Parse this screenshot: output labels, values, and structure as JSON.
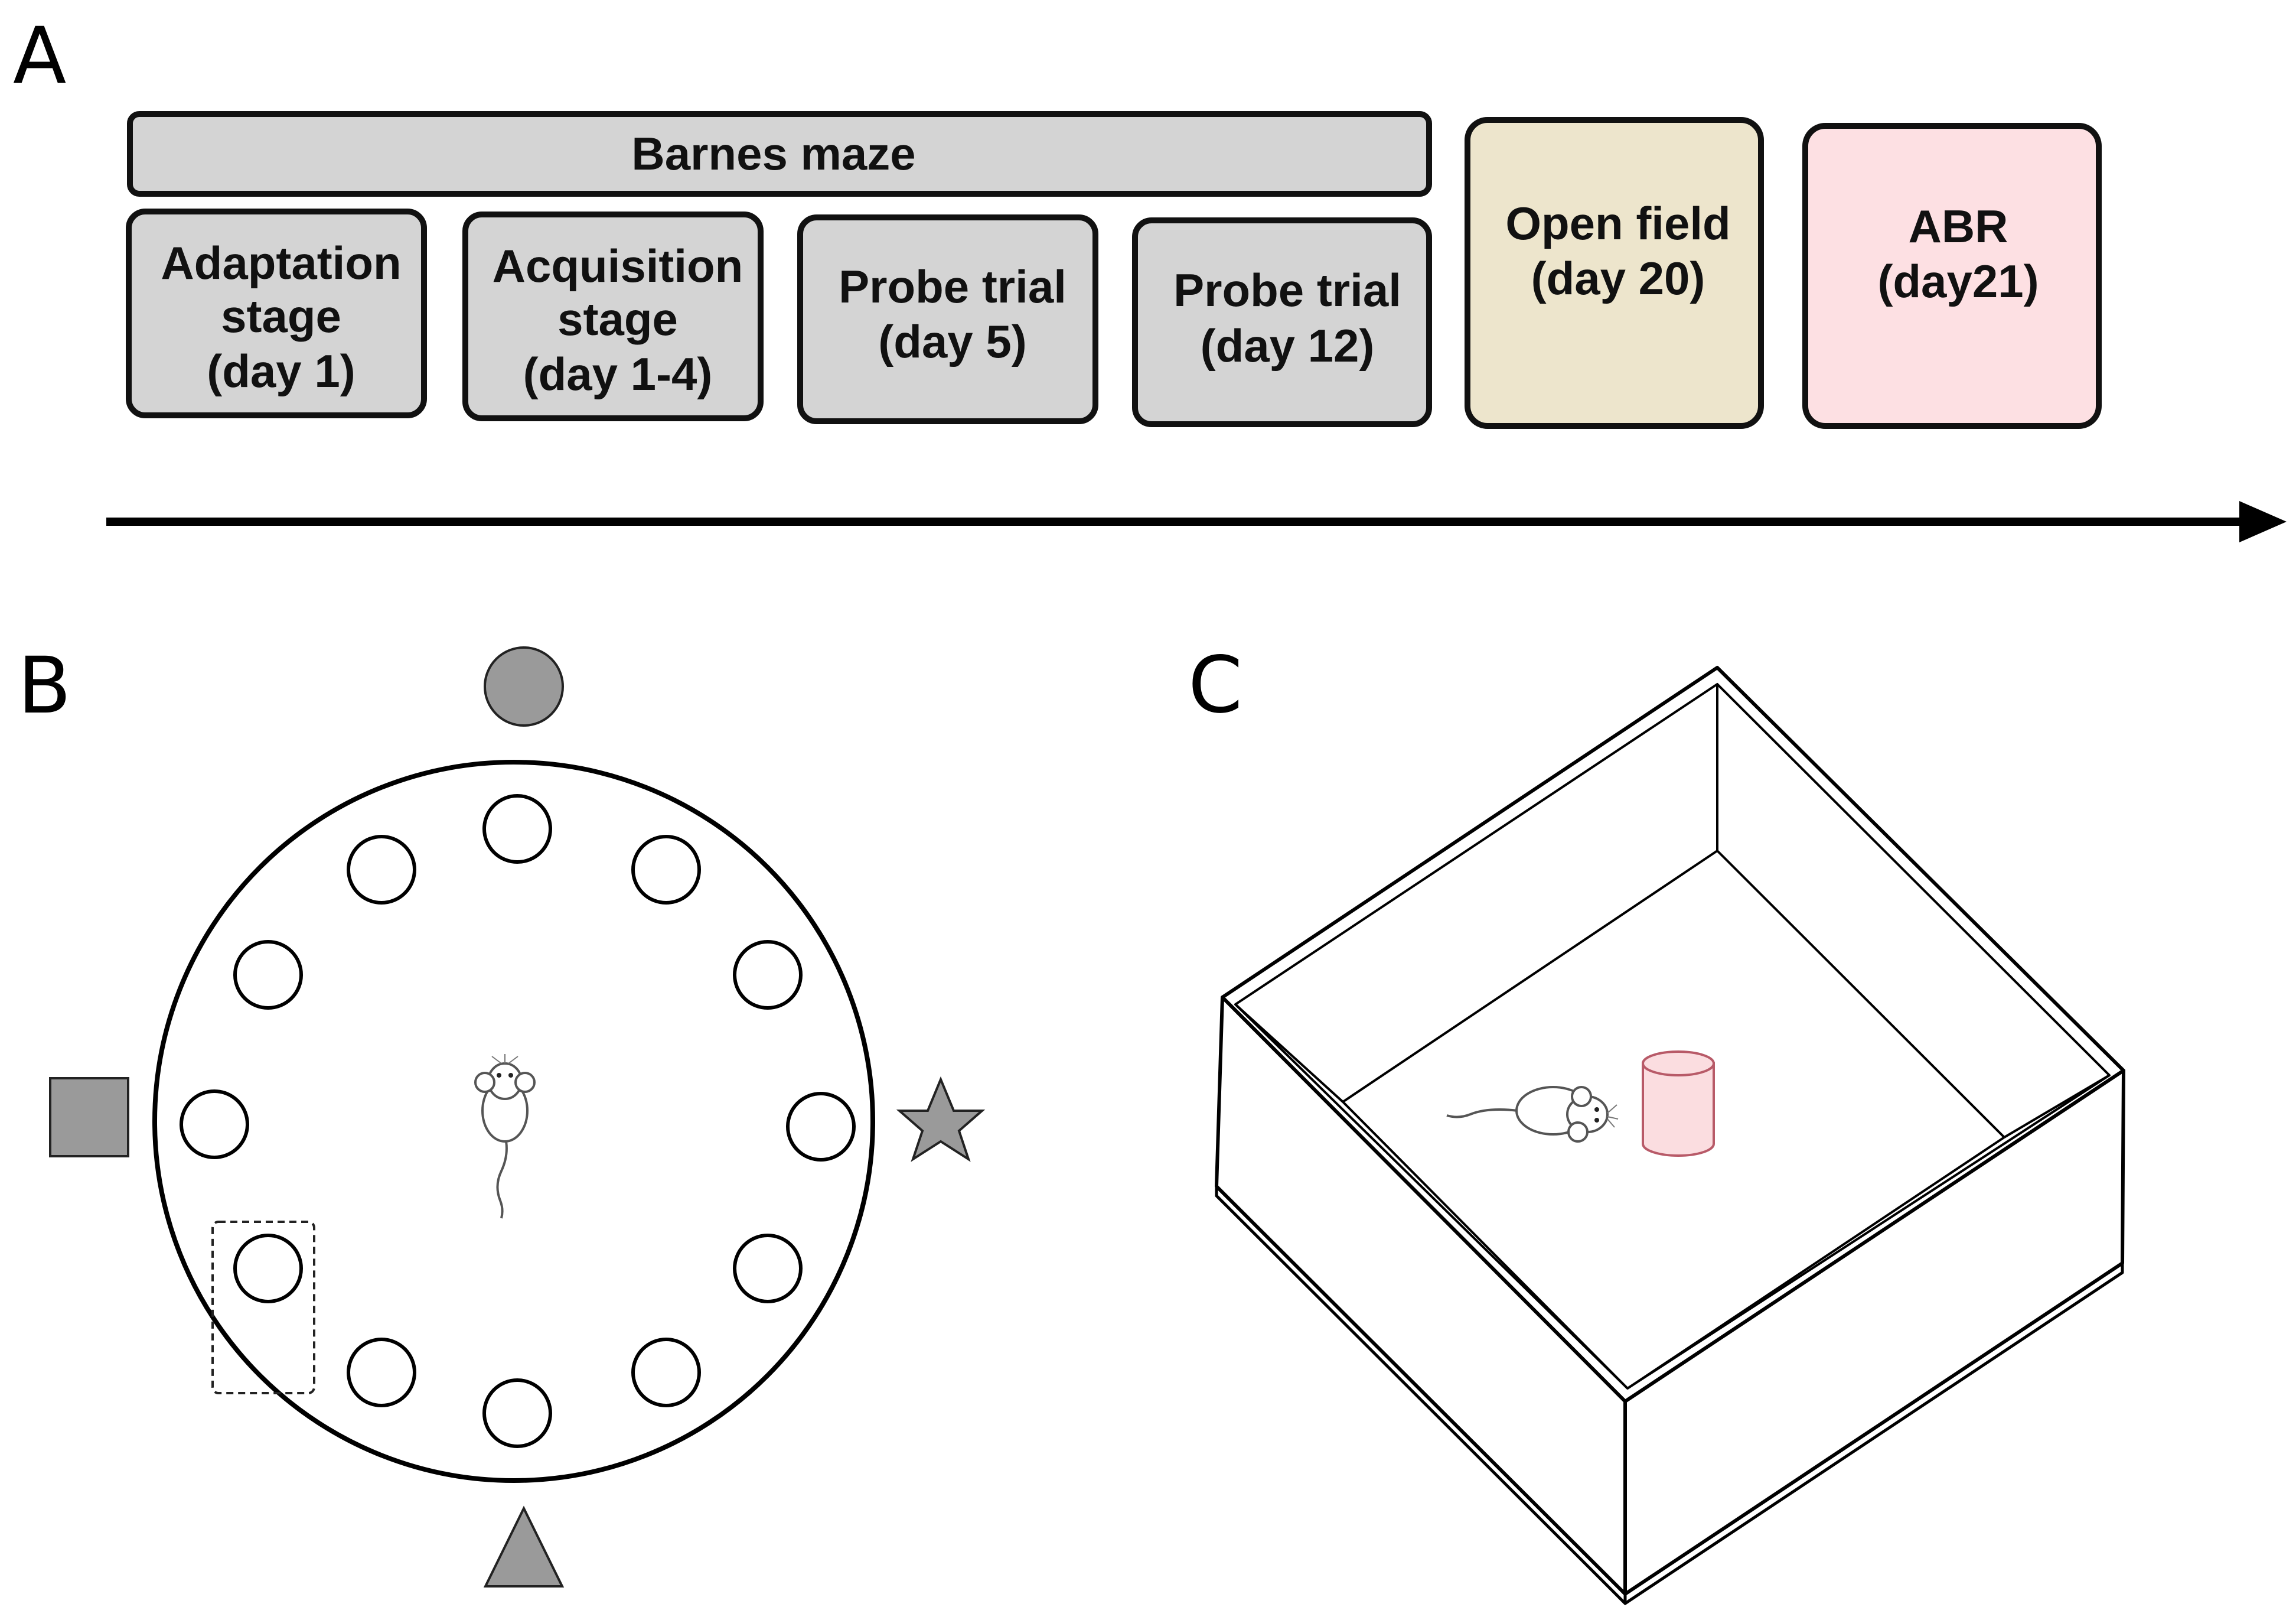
{
  "panels": {
    "a": "A",
    "b": "B",
    "c": "C"
  },
  "timeline": {
    "header": "Barnes maze",
    "stages": [
      {
        "line1": "Adaptation",
        "line2": "stage",
        "line3": "(day 1)"
      },
      {
        "line1": "Acquisition",
        "line2": "stage",
        "line3": "(day 1-4)"
      },
      {
        "line1": "Probe trial",
        "line2": "(day 5)"
      },
      {
        "line1": "Probe trial",
        "line2": "(day 12)"
      }
    ],
    "open_field": {
      "line1": "Open field",
      "line2": "(day 20)"
    },
    "abr": {
      "line1": "ABR",
      "line2": "(day21)"
    }
  },
  "colors": {
    "barnes_fill": "#d4d4d4",
    "open_field_fill": "#ede5cc",
    "abr_fill": "#fde0e3",
    "cue_fill": "#9a9a9a",
    "object_fill": "#fbdde0",
    "object_stroke": "#b85a68"
  },
  "barnes_maze": {
    "hole_count": 12,
    "target_hole": "left-lower (dashed box)",
    "spatial_cues": [
      "circle",
      "star",
      "triangle",
      "square"
    ]
  },
  "open_field": {
    "objects": [
      "mouse",
      "cylinder"
    ]
  }
}
